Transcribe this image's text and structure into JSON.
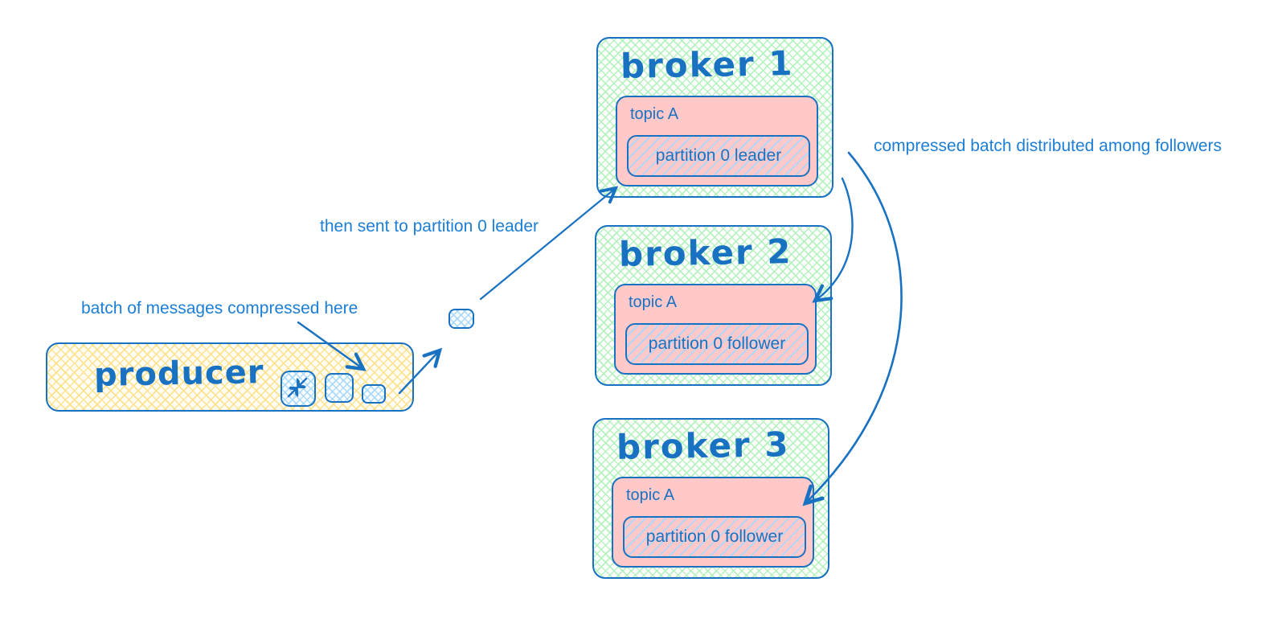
{
  "diagram": {
    "type": "kafka-producer-broker-replication-sketch",
    "producer": {
      "label": "producer",
      "message_boxes": [
        "compress-box-large",
        "message-box-medium",
        "message-box-small"
      ]
    },
    "compressed_batch_box": "compressed-batch",
    "brokers": [
      {
        "title": "broker 1",
        "topic_label": "topic A",
        "partition_label": "partition 0 leader"
      },
      {
        "title": "broker 2",
        "topic_label": "topic A",
        "partition_label": "partition 0 follower"
      },
      {
        "title": "broker 3",
        "topic_label": "topic A",
        "partition_label": "partition 0 follower"
      }
    ],
    "annotations": {
      "batch": "batch of messages compressed here",
      "sent": "then sent to partition 0 leader",
      "distributed": "compressed batch distributed among followers"
    },
    "icons": {
      "compress": "compress-arrows-icon"
    },
    "colors": {
      "stroke_blue": "#1971c2",
      "label_blue": "#1c7ed6",
      "green_hatch": "#b2f2bb",
      "yellow_hatch": "#ffe08a",
      "light_blue_hatch": "#a5d8ff",
      "pink_fill": "#ffc9c9",
      "background": "#ffffff"
    }
  }
}
